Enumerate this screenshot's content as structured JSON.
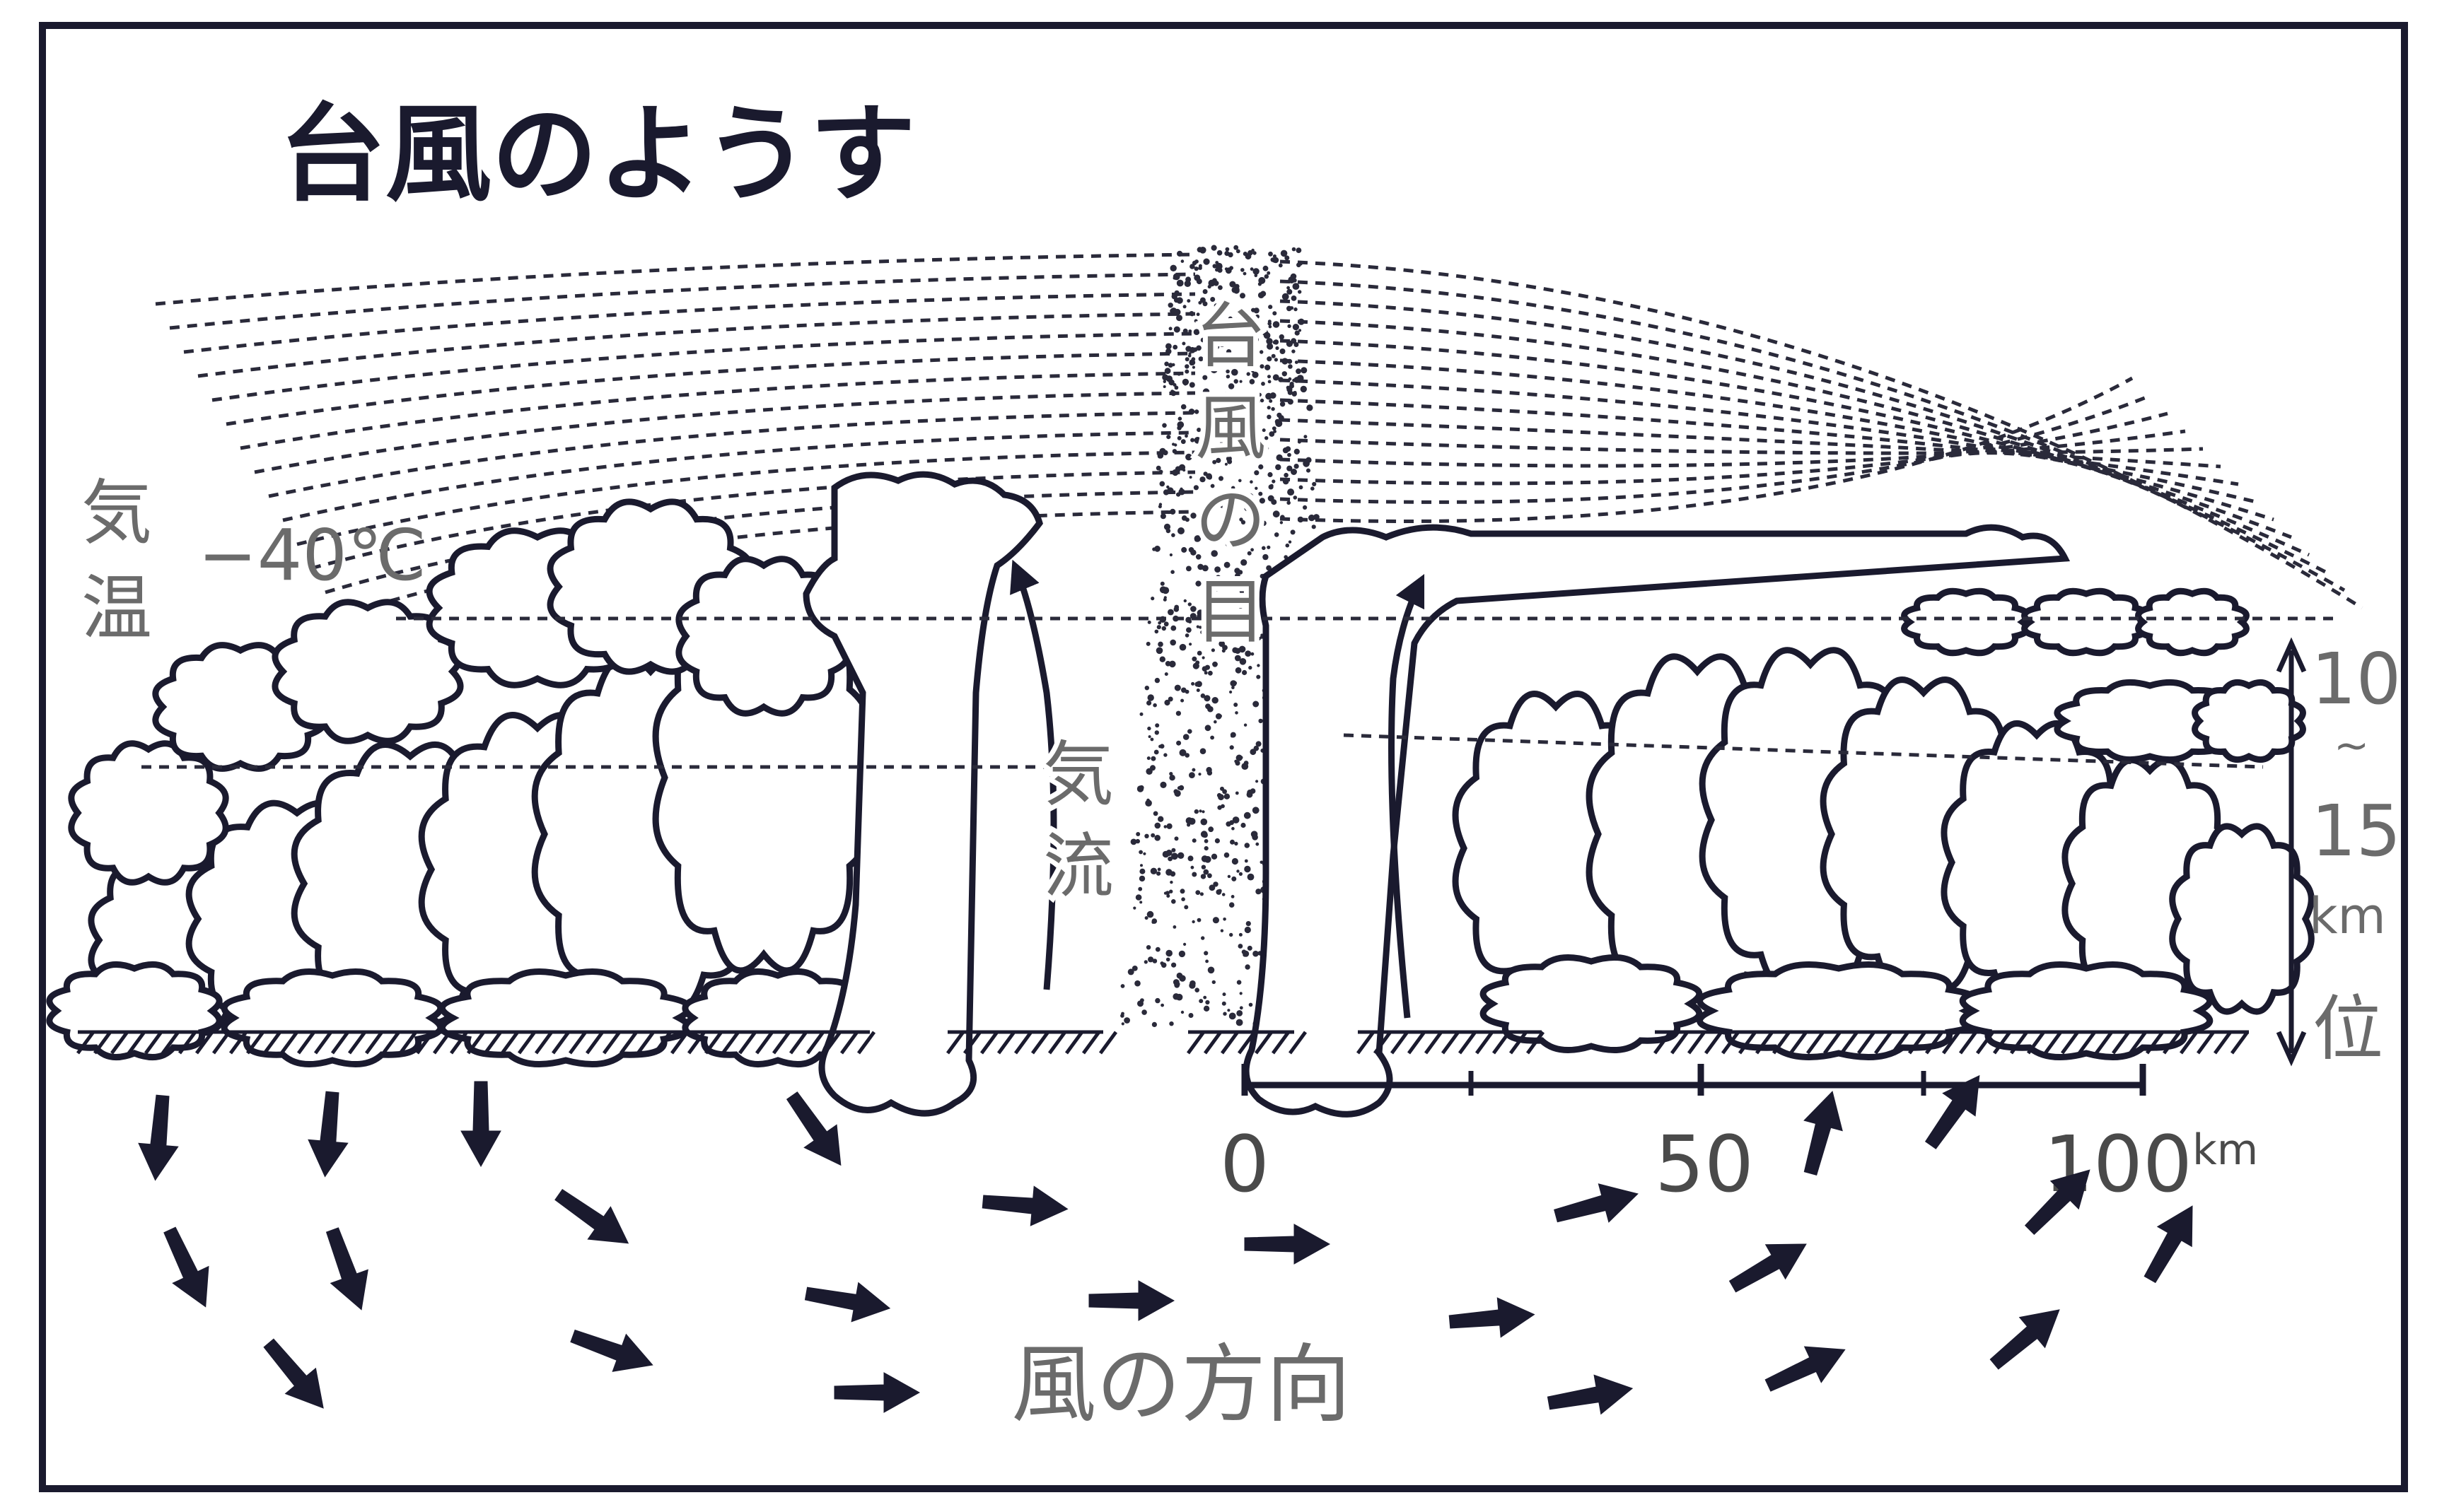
{
  "title": "台風のようす",
  "labels": {
    "eye": [
      "台",
      "風",
      "の",
      "目"
    ],
    "airflow": [
      "気",
      "流"
    ],
    "temperature_word": [
      "気",
      "温"
    ],
    "temperature_value": "−40℃",
    "height": [
      "10",
      "~",
      "15",
      "km",
      "位"
    ],
    "wind_direction": "風の方向"
  },
  "scale": {
    "ticks": [
      "0",
      "50",
      "100"
    ],
    "unit": "km"
  },
  "colors": {
    "ink": "#1a1a2e",
    "background": "#ffffff",
    "label_gray": "#6b6b6b"
  }
}
